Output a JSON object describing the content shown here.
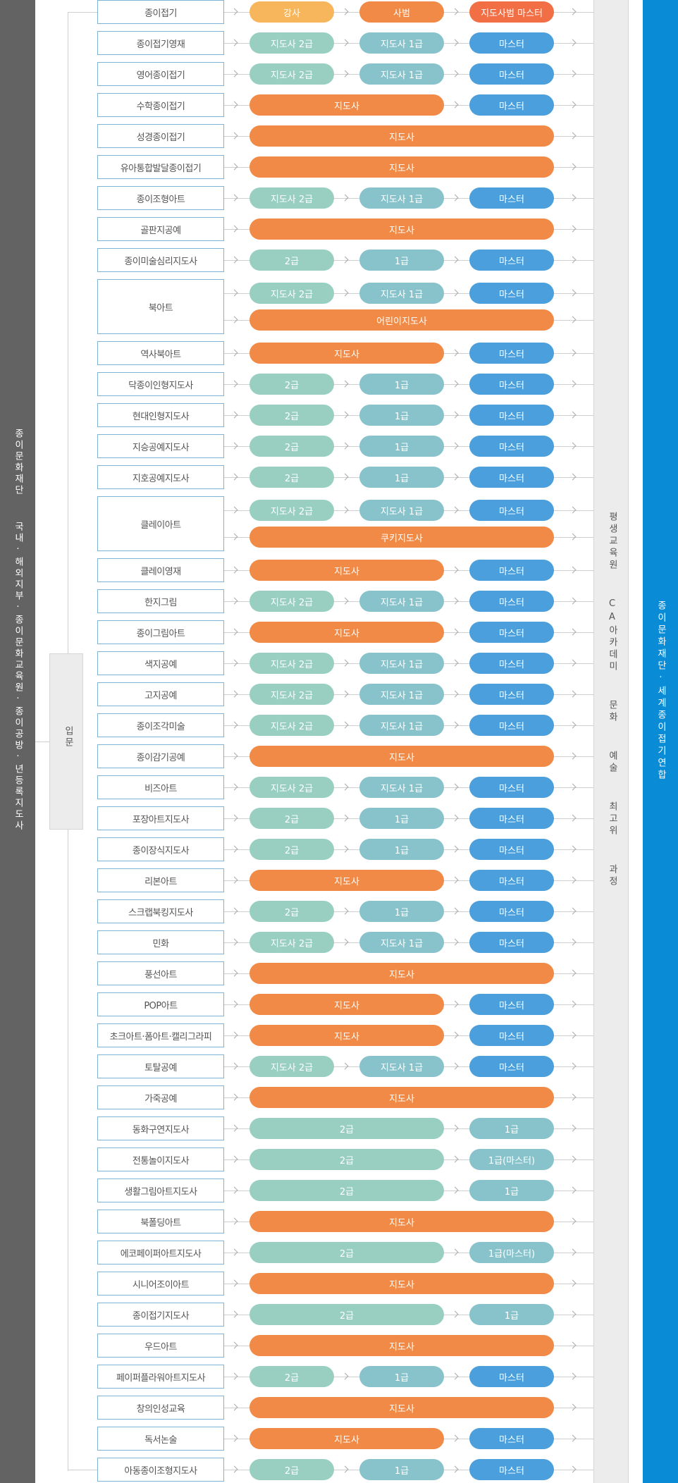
{
  "left_label": "종이문화재단  국내·해외지부·종이문화교육원·종이공방·년등록지도사",
  "intro_label": "입문",
  "course_label": "평생교육원  CA아카데미  문화  예술  최고위  과정",
  "org_label": "종이문화재단·세계종이접기연합",
  "colors": {
    "light_orange": "#f8b65c",
    "orange": "#f08a46",
    "red": "#f26f45",
    "teal": "#99cfc0",
    "cyan": "#88c3cc",
    "blue": "#4a9fdc"
  },
  "rows": [
    {
      "name": "종이접기",
      "lines": [
        [
          {
            "label": "강사",
            "tone": "light_orange"
          },
          {
            "label": "사범",
            "tone": "orange"
          },
          {
            "label": "지도사범 마스터",
            "tone": "red"
          }
        ]
      ]
    },
    {
      "name": "종이접기영재",
      "lines": [
        [
          {
            "label": "지도사 2급",
            "tone": "teal"
          },
          {
            "label": "지도사 1급",
            "tone": "cyan"
          },
          {
            "label": "마스터",
            "tone": "blue"
          }
        ]
      ]
    },
    {
      "name": "영어종이접기",
      "lines": [
        [
          {
            "label": "지도사 2급",
            "tone": "teal"
          },
          {
            "label": "지도사 1급",
            "tone": "cyan"
          },
          {
            "label": "마스터",
            "tone": "blue"
          }
        ]
      ]
    },
    {
      "name": "수학종이접기",
      "lines": [
        [
          {
            "label": "지도사",
            "tone": "orange"
          },
          {
            "label": "마스터",
            "tone": "blue"
          }
        ]
      ]
    },
    {
      "name": "성경종이접기",
      "lines": [
        [
          {
            "label": "지도사",
            "tone": "orange"
          }
        ]
      ]
    },
    {
      "name": "유아통합발달종이접기",
      "lines": [
        [
          {
            "label": "지도사",
            "tone": "orange"
          }
        ]
      ]
    },
    {
      "name": "종이조형아트",
      "lines": [
        [
          {
            "label": "지도사 2급",
            "tone": "teal"
          },
          {
            "label": "지도사 1급",
            "tone": "cyan"
          },
          {
            "label": "마스터",
            "tone": "blue"
          }
        ]
      ]
    },
    {
      "name": "골판지공예",
      "lines": [
        [
          {
            "label": "지도사",
            "tone": "orange"
          }
        ]
      ]
    },
    {
      "name": "종이미술심리지도사",
      "lines": [
        [
          {
            "label": "2급",
            "tone": "teal"
          },
          {
            "label": "1급",
            "tone": "cyan"
          },
          {
            "label": "마스터",
            "tone": "blue"
          }
        ]
      ]
    },
    {
      "name": "북아트",
      "lines": [
        [
          {
            "label": "지도사 2급",
            "tone": "teal"
          },
          {
            "label": "지도사 1급",
            "tone": "cyan"
          },
          {
            "label": "마스터",
            "tone": "blue"
          }
        ],
        [
          {
            "label": "어린이지도사",
            "tone": "orange"
          }
        ]
      ]
    },
    {
      "name": "역사북아트",
      "lines": [
        [
          {
            "label": "지도사",
            "tone": "orange"
          },
          {
            "label": "마스터",
            "tone": "blue"
          }
        ]
      ]
    },
    {
      "name": "닥종이인형지도사",
      "lines": [
        [
          {
            "label": "2급",
            "tone": "teal"
          },
          {
            "label": "1급",
            "tone": "cyan"
          },
          {
            "label": "마스터",
            "tone": "blue"
          }
        ]
      ]
    },
    {
      "name": "현대인형지도사",
      "lines": [
        [
          {
            "label": "2급",
            "tone": "teal"
          },
          {
            "label": "1급",
            "tone": "cyan"
          },
          {
            "label": "마스터",
            "tone": "blue"
          }
        ]
      ]
    },
    {
      "name": "지승공예지도사",
      "lines": [
        [
          {
            "label": "2급",
            "tone": "teal"
          },
          {
            "label": "1급",
            "tone": "cyan"
          },
          {
            "label": "마스터",
            "tone": "blue"
          }
        ]
      ]
    },
    {
      "name": "지호공예지도사",
      "lines": [
        [
          {
            "label": "2급",
            "tone": "teal"
          },
          {
            "label": "1급",
            "tone": "cyan"
          },
          {
            "label": "마스터",
            "tone": "blue"
          }
        ]
      ]
    },
    {
      "name": "클레이아트",
      "lines": [
        [
          {
            "label": "지도사 2급",
            "tone": "teal"
          },
          {
            "label": "지도사 1급",
            "tone": "cyan"
          },
          {
            "label": "마스터",
            "tone": "blue"
          }
        ],
        [
          {
            "label": "쿠키지도사",
            "tone": "orange"
          }
        ]
      ]
    },
    {
      "name": "클레이영재",
      "lines": [
        [
          {
            "label": "지도사",
            "tone": "orange"
          },
          {
            "label": "마스터",
            "tone": "blue"
          }
        ]
      ]
    },
    {
      "name": "한지그림",
      "lines": [
        [
          {
            "label": "지도사 2급",
            "tone": "teal"
          },
          {
            "label": "지도사 1급",
            "tone": "cyan"
          },
          {
            "label": "마스터",
            "tone": "blue"
          }
        ]
      ]
    },
    {
      "name": "종이그림아트",
      "lines": [
        [
          {
            "label": "지도사",
            "tone": "orange"
          },
          {
            "label": "마스터",
            "tone": "blue"
          }
        ]
      ]
    },
    {
      "name": "색지공예",
      "lines": [
        [
          {
            "label": "지도사 2급",
            "tone": "teal"
          },
          {
            "label": "지도사 1급",
            "tone": "cyan"
          },
          {
            "label": "마스터",
            "tone": "blue"
          }
        ]
      ]
    },
    {
      "name": "고지공예",
      "lines": [
        [
          {
            "label": "지도사 2급",
            "tone": "teal"
          },
          {
            "label": "지도사 1급",
            "tone": "cyan"
          },
          {
            "label": "마스터",
            "tone": "blue"
          }
        ]
      ]
    },
    {
      "name": "종이조각미술",
      "lines": [
        [
          {
            "label": "지도사 2급",
            "tone": "teal"
          },
          {
            "label": "지도사 1급",
            "tone": "cyan"
          },
          {
            "label": "마스터",
            "tone": "blue"
          }
        ]
      ]
    },
    {
      "name": "종이감기공예",
      "lines": [
        [
          {
            "label": "지도사",
            "tone": "orange"
          }
        ]
      ]
    },
    {
      "name": "비즈아트",
      "lines": [
        [
          {
            "label": "지도사 2급",
            "tone": "teal"
          },
          {
            "label": "지도사 1급",
            "tone": "cyan"
          },
          {
            "label": "마스터",
            "tone": "blue"
          }
        ]
      ]
    },
    {
      "name": "포장아트지도사",
      "lines": [
        [
          {
            "label": "2급",
            "tone": "teal"
          },
          {
            "label": "1급",
            "tone": "cyan"
          },
          {
            "label": "마스터",
            "tone": "blue"
          }
        ]
      ]
    },
    {
      "name": "종이장식지도사",
      "lines": [
        [
          {
            "label": "2급",
            "tone": "teal"
          },
          {
            "label": "1급",
            "tone": "cyan"
          },
          {
            "label": "마스터",
            "tone": "blue"
          }
        ]
      ]
    },
    {
      "name": "리본아트",
      "lines": [
        [
          {
            "label": "지도사",
            "tone": "orange"
          },
          {
            "label": "마스터",
            "tone": "blue"
          }
        ]
      ]
    },
    {
      "name": "스크랩북킹지도사",
      "lines": [
        [
          {
            "label": "2급",
            "tone": "teal"
          },
          {
            "label": "1급",
            "tone": "cyan"
          },
          {
            "label": "마스터",
            "tone": "blue"
          }
        ]
      ]
    },
    {
      "name": "민화",
      "lines": [
        [
          {
            "label": "지도사 2급",
            "tone": "teal"
          },
          {
            "label": "지도사 1급",
            "tone": "cyan"
          },
          {
            "label": "마스터",
            "tone": "blue"
          }
        ]
      ]
    },
    {
      "name": "풍선아트",
      "lines": [
        [
          {
            "label": "지도사",
            "tone": "orange"
          }
        ]
      ]
    },
    {
      "name": "POP아트",
      "lines": [
        [
          {
            "label": "지도사",
            "tone": "orange"
          },
          {
            "label": "마스터",
            "tone": "blue"
          }
        ]
      ]
    },
    {
      "name": "초크아트·폼아트·캘리그라피",
      "lines": [
        [
          {
            "label": "지도사",
            "tone": "orange"
          },
          {
            "label": "마스터",
            "tone": "blue"
          }
        ]
      ]
    },
    {
      "name": "토탈공예",
      "lines": [
        [
          {
            "label": "지도사 2급",
            "tone": "teal"
          },
          {
            "label": "지도사 1급",
            "tone": "cyan"
          },
          {
            "label": "마스터",
            "tone": "blue"
          }
        ]
      ]
    },
    {
      "name": "가죽공예",
      "lines": [
        [
          {
            "label": "지도사",
            "tone": "orange"
          }
        ]
      ]
    },
    {
      "name": "동화구연지도사",
      "lines": [
        [
          {
            "label": "2급",
            "tone": "teal"
          },
          {
            "label": "1급",
            "tone": "cyan"
          }
        ]
      ]
    },
    {
      "name": "전통놀이지도사",
      "lines": [
        [
          {
            "label": "2급",
            "tone": "teal"
          },
          {
            "label": "1급(마스터)",
            "tone": "cyan"
          }
        ]
      ]
    },
    {
      "name": "생활그림아트지도사",
      "lines": [
        [
          {
            "label": "2급",
            "tone": "teal"
          },
          {
            "label": "1급",
            "tone": "cyan"
          }
        ]
      ]
    },
    {
      "name": "북폴딩아트",
      "lines": [
        [
          {
            "label": "지도사",
            "tone": "orange"
          }
        ]
      ]
    },
    {
      "name": "에코페이퍼아트지도사",
      "lines": [
        [
          {
            "label": "2급",
            "tone": "teal"
          },
          {
            "label": "1급(마스터)",
            "tone": "cyan"
          }
        ]
      ]
    },
    {
      "name": "시니어조이아트",
      "lines": [
        [
          {
            "label": "지도사",
            "tone": "orange"
          }
        ]
      ]
    },
    {
      "name": "종이접기지도사",
      "lines": [
        [
          {
            "label": "2급",
            "tone": "teal"
          },
          {
            "label": "1급",
            "tone": "cyan"
          }
        ]
      ]
    },
    {
      "name": "우드아트",
      "lines": [
        [
          {
            "label": "지도사",
            "tone": "orange"
          }
        ]
      ]
    },
    {
      "name": "페이퍼플라워아트지도사",
      "lines": [
        [
          {
            "label": "2급",
            "tone": "teal"
          },
          {
            "label": "1급",
            "tone": "cyan"
          },
          {
            "label": "마스터",
            "tone": "blue"
          }
        ]
      ]
    },
    {
      "name": "창의인성교육",
      "lines": [
        [
          {
            "label": "지도사",
            "tone": "orange"
          }
        ]
      ]
    },
    {
      "name": "독서논술",
      "lines": [
        [
          {
            "label": "지도사",
            "tone": "orange"
          },
          {
            "label": "마스터",
            "tone": "blue"
          }
        ]
      ]
    },
    {
      "name": "아동종이조형지도사",
      "lines": [
        [
          {
            "label": "2급",
            "tone": "teal"
          },
          {
            "label": "1급",
            "tone": "cyan"
          },
          {
            "label": "마스터",
            "tone": "blue"
          }
        ]
      ]
    }
  ]
}
